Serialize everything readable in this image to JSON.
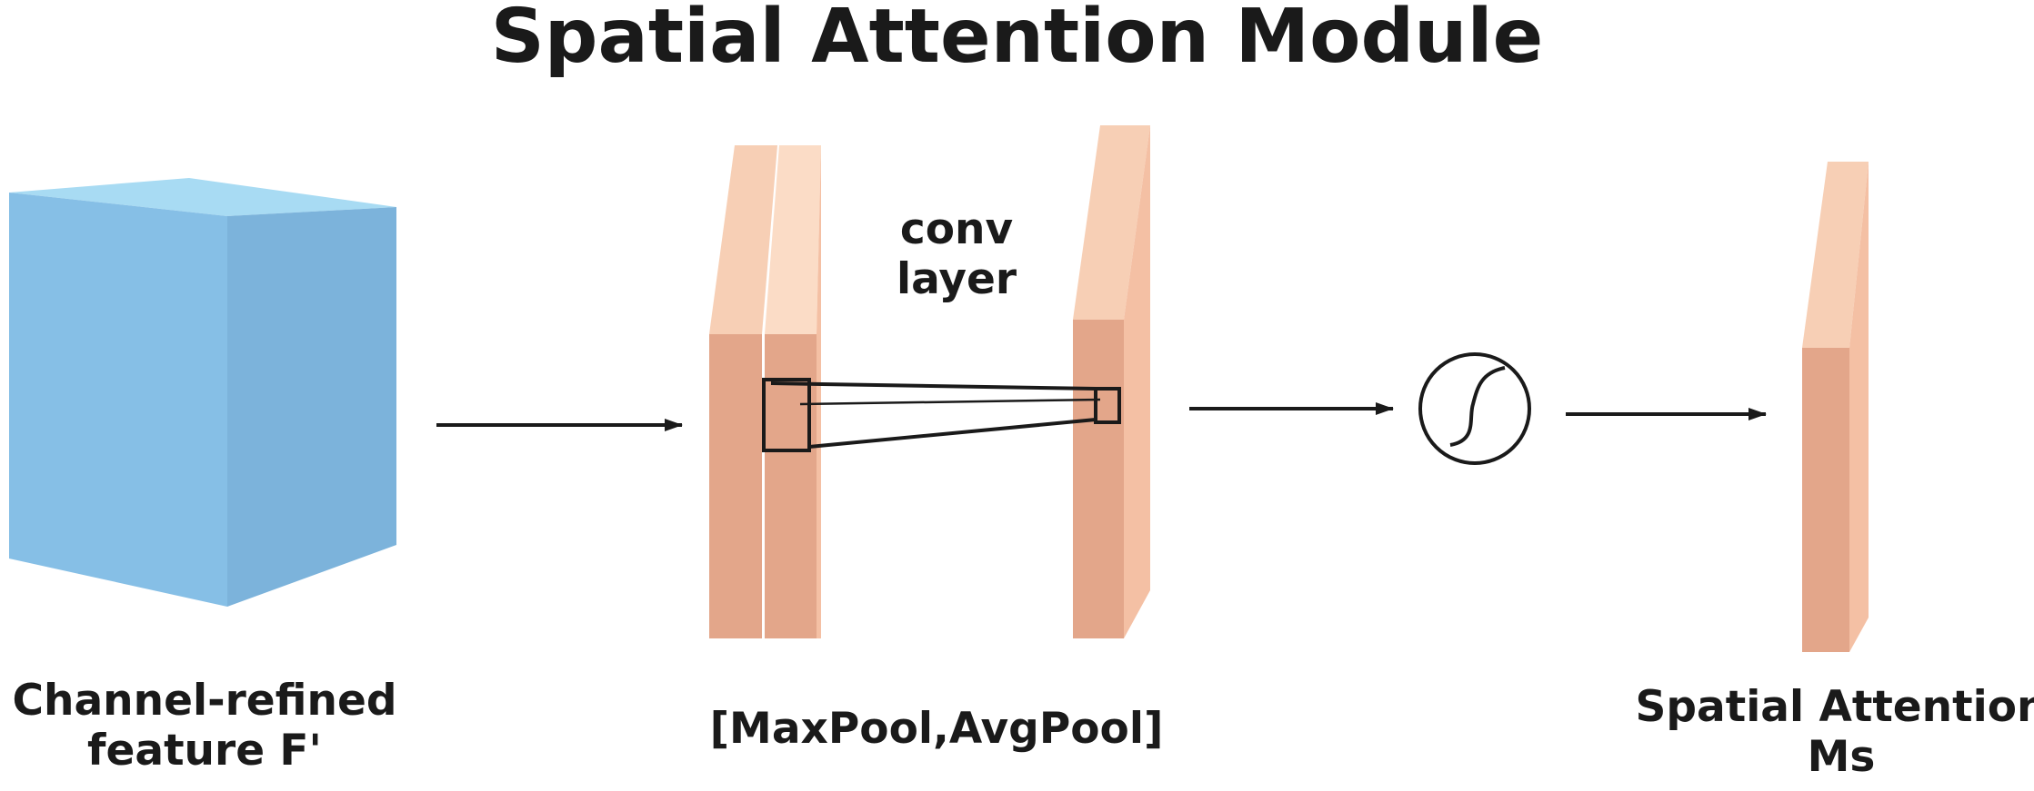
{
  "title": "Spatial Attention Module",
  "input": {
    "label_line1": "Channel-refined",
    "label_line2": "feature F'"
  },
  "pooling": {
    "label": "[MaxPool,AvgPool]"
  },
  "conv": {
    "label_line1": "conv",
    "label_line2": "layer"
  },
  "output": {
    "label_line1": "Spatial Attention",
    "label_line2": "Ms"
  },
  "colors": {
    "cube_front": "#86bfe6",
    "cube_top": "#a8dbf3",
    "cube_side": "#7cb3db",
    "slab_face": "#e3a68a",
    "slab_edge": "#f7cfb5",
    "slab_edge_light": "#fbdcc6",
    "line": "#1a1a1a"
  },
  "icons": {
    "activation": "sigmoid-icon"
  }
}
